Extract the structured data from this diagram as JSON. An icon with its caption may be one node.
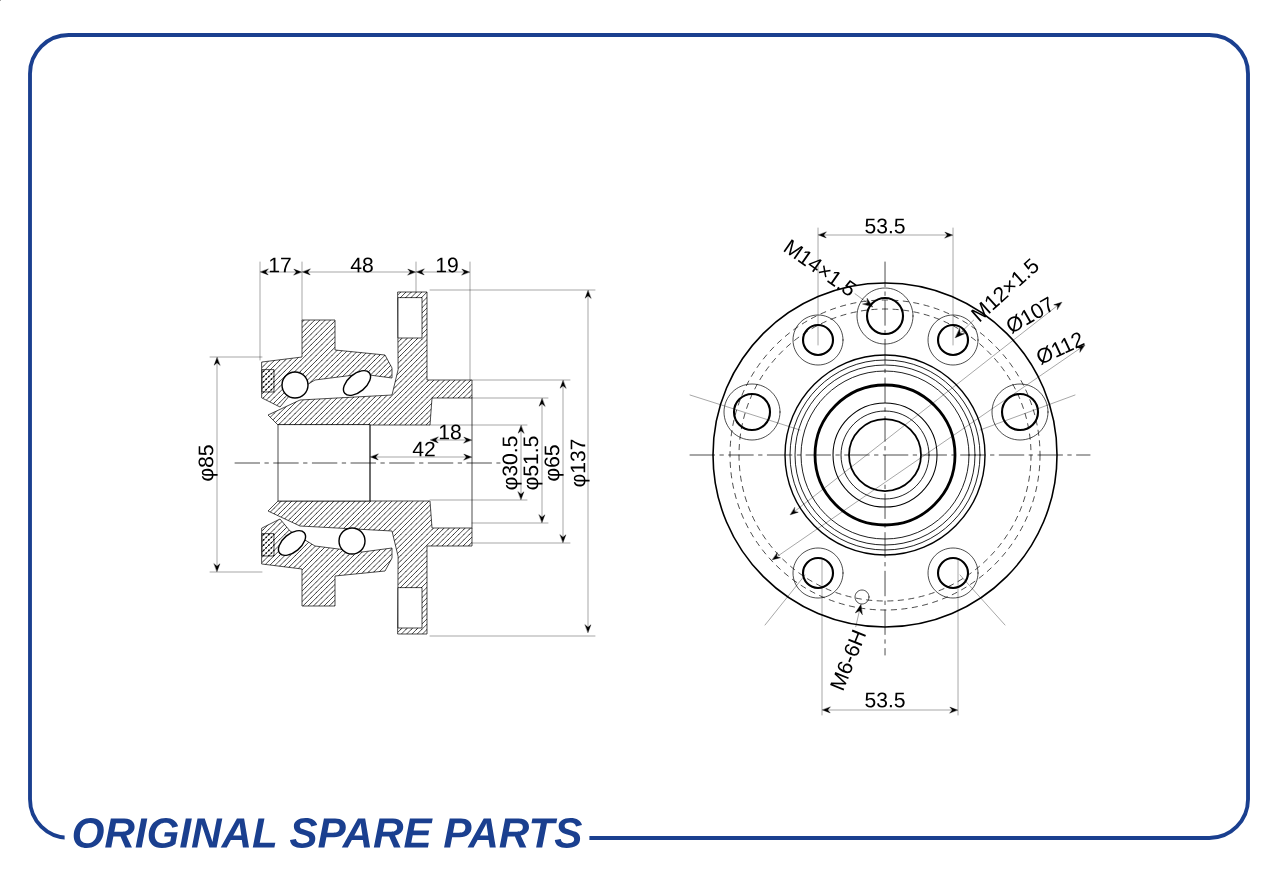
{
  "diagram": {
    "nodes": [
      {
        "text": [
          "M14×1.5"
        ]
      },
      {
        "text": [
          "M12×1.5"
        ]
      },
      {
        "text": [
          "M6-6H"
        ]
      }
    ],
    "edges": [
      {
        "from": 0,
        "to": null,
        "arrow": "to"
      },
      {
        "from": 1,
        "to": null,
        "arrow": "to"
      },
      {
        "from": 2,
        "to": null,
        "arrow": "to"
      }
    ],
    "labels": [
      "17",
      "48",
      "19",
      "φ85",
      "42",
      "18",
      "φ30.5",
      "φ51.5",
      "φ65",
      "φ137",
      "53.5",
      "Ø107",
      "Ø112",
      "53.5",
      "ORIGINAL SPARE PARTS"
    ]
  }
}
